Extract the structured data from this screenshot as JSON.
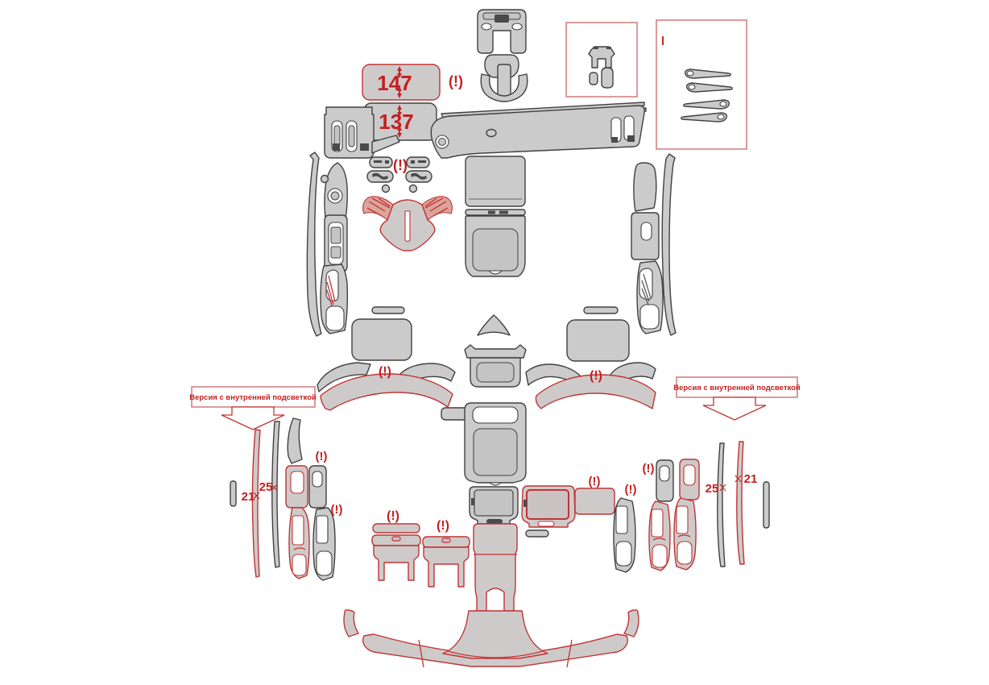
{
  "diagram": {
    "kind": "car-interior-trim-cutting-template",
    "background": "#ffffff",
    "colors": {
      "part_fill": "#cbcbcb",
      "part_outline": "#414141",
      "accent_red": "#c22e2e"
    },
    "annotations": {
      "warning": "(!)",
      "dim_147": "147",
      "dim_137": "137",
      "w21": "21",
      "w25": "25",
      "illumination_note": "Версия с внутренней подсветкой"
    }
  }
}
